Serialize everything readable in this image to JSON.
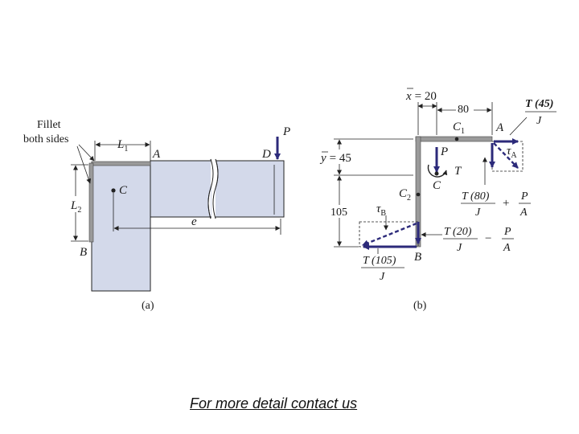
{
  "figure_a": {
    "fillet_line1": "Fillet",
    "fillet_line2": "both sides",
    "L1": "L",
    "L1_sub": "1",
    "L2": "L",
    "L2_sub": "2",
    "A": "A",
    "B": "B",
    "C": "C",
    "D": "D",
    "P": "P",
    "e": "e",
    "caption": "(a)"
  },
  "figure_b": {
    "xbar": "x",
    "xbar_value": "= 20",
    "dim_80": "80",
    "ybar": "y",
    "ybar_value": "= 45",
    "dim_105": "105",
    "C1": "C",
    "C1_sub": "1",
    "C2": "C",
    "C2_sub": "2",
    "A": "A",
    "B": "B",
    "C": "C",
    "P": "P",
    "T": "T",
    "tauA": "τ",
    "tauA_sub": "A",
    "tauB": "τ",
    "tauB_sub": "B",
    "T45_num": "T (45)",
    "T45_den": "J",
    "T80_num": "T (80)",
    "T80_den": "J",
    "plus": "+",
    "P_over_A_1_num": "P",
    "P_over_A_1_den": "A",
    "T20_num": "T (20)",
    "T20_den": "J",
    "minus": "−",
    "P_over_A_2_num": "P",
    "P_over_A_2_den": "A",
    "T105_num": "T (105)",
    "T105_den": "J",
    "caption": "(b)"
  },
  "footer": {
    "link_text": "For more detail contact us"
  },
  "colors": {
    "plate_fill": "#d3d9ea",
    "weld_fill": "#9a9a9a",
    "arrow": "#2c2a7a",
    "line": "#222222"
  }
}
